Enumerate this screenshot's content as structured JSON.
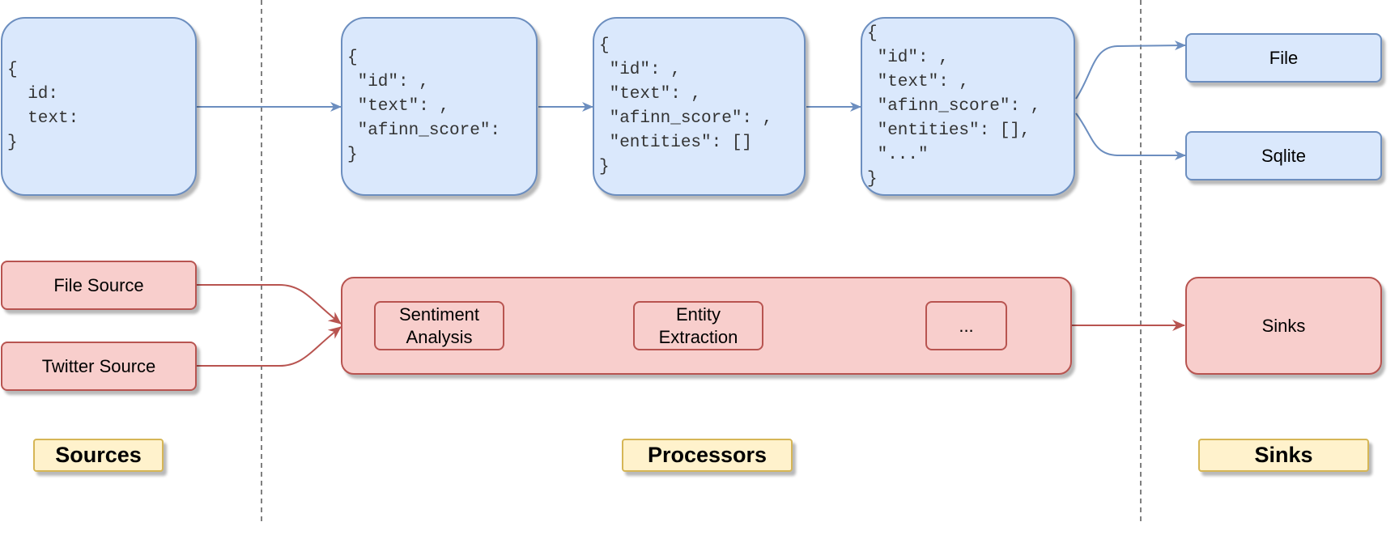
{
  "colors": {
    "blue_fill": "#dae8fc",
    "blue_stroke": "#6c8ebf",
    "red_fill": "#f8cecc",
    "red_stroke": "#b85450",
    "yellow_fill": "#fff2cc",
    "yellow_stroke": "#d6b656",
    "divider": "#808080"
  },
  "data_shapes": {
    "source_record": "{\n  id:\n  text:\n}",
    "sentiment_record": "{\n \"id\": ,\n \"text\": ,\n \"afinn_score\":\n}",
    "entity_record": "{\n \"id\": ,\n \"text\": ,\n \"afinn_score\": ,\n \"entities\": []\n}",
    "final_record": "{\n \"id\": ,\n \"text\": ,\n \"afinn_score\": ,\n \"entities\": [],\n \"...\"\n}"
  },
  "sinks_small": {
    "file": "File",
    "sqlite": "Sqlite"
  },
  "sources": {
    "file_source": "File Source",
    "twitter_source": "Twitter Source"
  },
  "processors": {
    "sentiment": "Sentiment Analysis",
    "entity": "Entity Extraction",
    "more": "..."
  },
  "sinks_box": "Sinks",
  "sections": {
    "sources": "Sources",
    "processors": "Processors",
    "sinks": "Sinks"
  }
}
